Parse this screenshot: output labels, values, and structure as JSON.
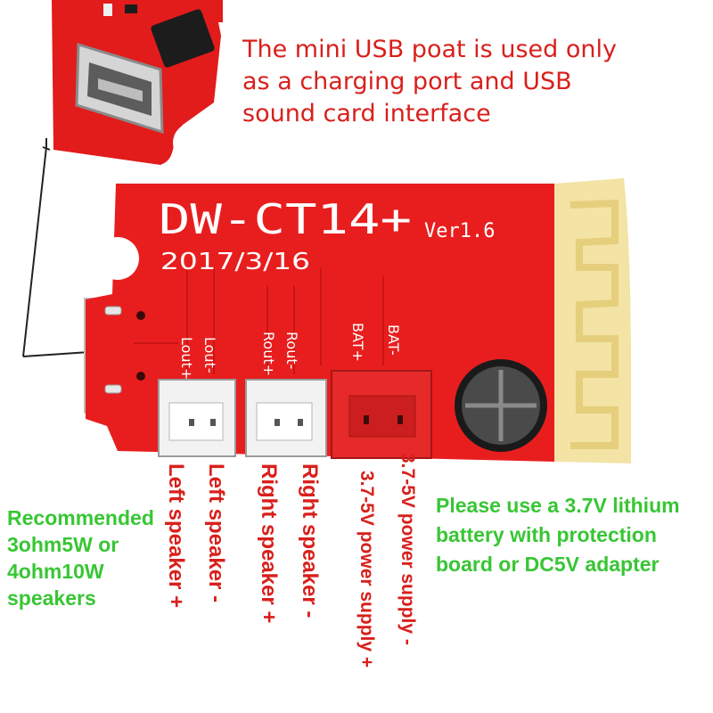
{
  "annotations": {
    "usb_note": [
      "The mini USB poat is used only",
      "as a charging port and USB",
      "sound card interface"
    ],
    "battery_note": [
      "Please use a 3.7V lithium",
      "battery with protection",
      "board or DC5V adapter"
    ],
    "speaker_note": [
      "Recommended",
      "3ohm5W or",
      "4ohm10W",
      "speakers"
    ]
  },
  "pin_labels": [
    "Left speaker +",
    "Left speaker -",
    "Right speaker +",
    "Right speaker -",
    "3.7-5V power supply +",
    "3.7-5V power supply -"
  ],
  "board": {
    "model": "DW-CT14+",
    "version": "Ver1.6",
    "date": "2017/3/16",
    "silkscreen": [
      "Lout+",
      "Lout-",
      "Rout+",
      "Rout-",
      "BAT+",
      "BAT-"
    ]
  },
  "colors": {
    "annotation_red": "#d8201c",
    "annotation_green": "#38c634",
    "pcb_red": "#e81e1e",
    "antenna_yellow": "#f3e3a4"
  }
}
